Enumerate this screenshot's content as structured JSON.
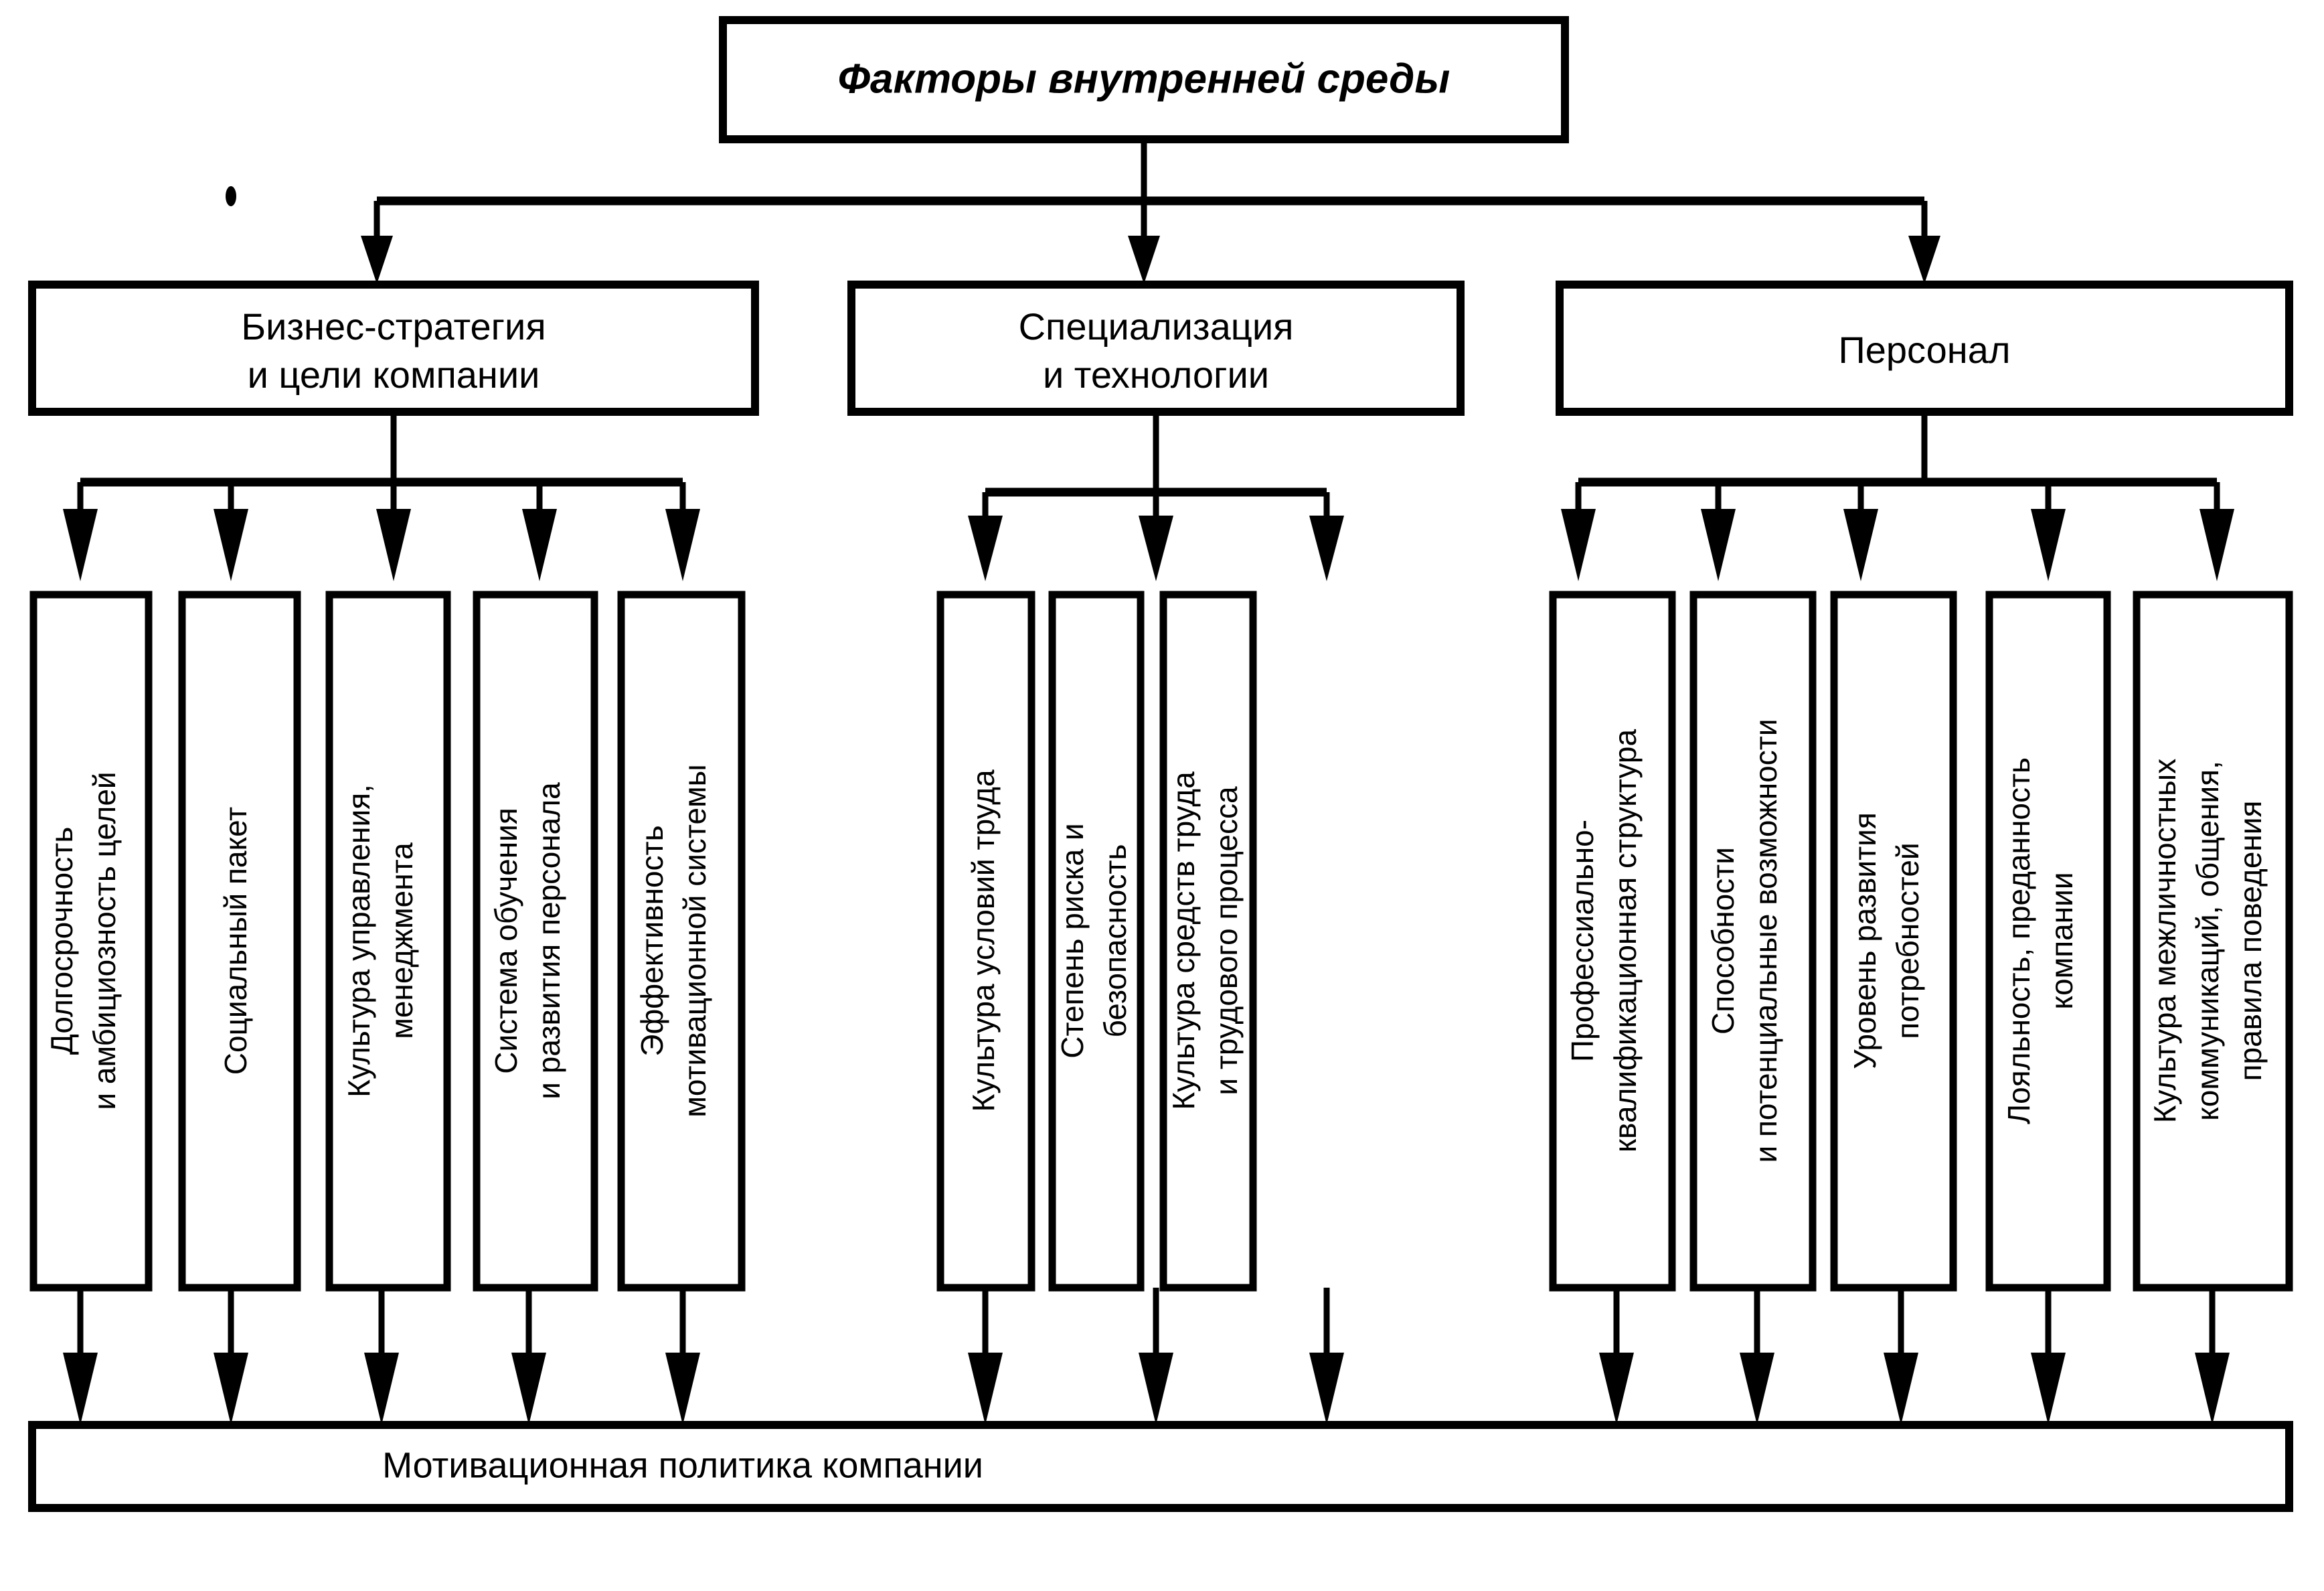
{
  "diagram": {
    "type": "hierarchy-tree-flowchart",
    "language": "ru",
    "title": "Факторы внутренней среды",
    "footer": "Мотивационная политика компании",
    "colors": {
      "background": "#ffffff",
      "line": "#000000",
      "text": "#000000"
    },
    "categories": [
      {
        "id": "business-strategy",
        "label_line1": "Бизнес-стратегия",
        "label_line2": "и цели компании",
        "factors": [
          {
            "id": "goal-horizon",
            "line1": "Долгосрочность",
            "line2": "и амбициозность целей"
          },
          {
            "id": "social-package",
            "line1": "Социальный пакет",
            "line2": ""
          },
          {
            "id": "management-culture",
            "line1": "Культура управления,",
            "line2": "менеджмента"
          },
          {
            "id": "training-system",
            "line1": "Система обучения",
            "line2": "и развития персонала"
          },
          {
            "id": "motivation-effectiveness",
            "line1": "Эффективность",
            "line2": "мотивационной системы"
          }
        ]
      },
      {
        "id": "specialization",
        "label_line1": "Специализация",
        "label_line2": "и технологии",
        "factors": [
          {
            "id": "work-conditions-culture",
            "line1": "Культура условий труда",
            "line2": ""
          },
          {
            "id": "risk-and-safety",
            "line1": "Степень риска и",
            "line2": "безопасность"
          },
          {
            "id": "labor-means-culture",
            "line1": "Культура средств труда",
            "line2": "и трудового процесса"
          }
        ]
      },
      {
        "id": "personnel",
        "label_line1": "Персонал",
        "label_line2": "",
        "factors": [
          {
            "id": "qualification-structure",
            "line1": "Профессиально-",
            "line2": "квалификационная структура"
          },
          {
            "id": "abilities-potential",
            "line1": "Способности",
            "line2": "и потенциальные возможности"
          },
          {
            "id": "needs-development-level",
            "line1": "Уровень развития",
            "line2": "потребностей"
          },
          {
            "id": "loyalty",
            "line1": "Лояльность, преданность",
            "line2": "компании"
          },
          {
            "id": "interpersonal-culture",
            "line1": "Культура межличностных",
            "line2": "коммуникаций, общения,",
            "line3": "правила поведения"
          }
        ]
      }
    ]
  }
}
